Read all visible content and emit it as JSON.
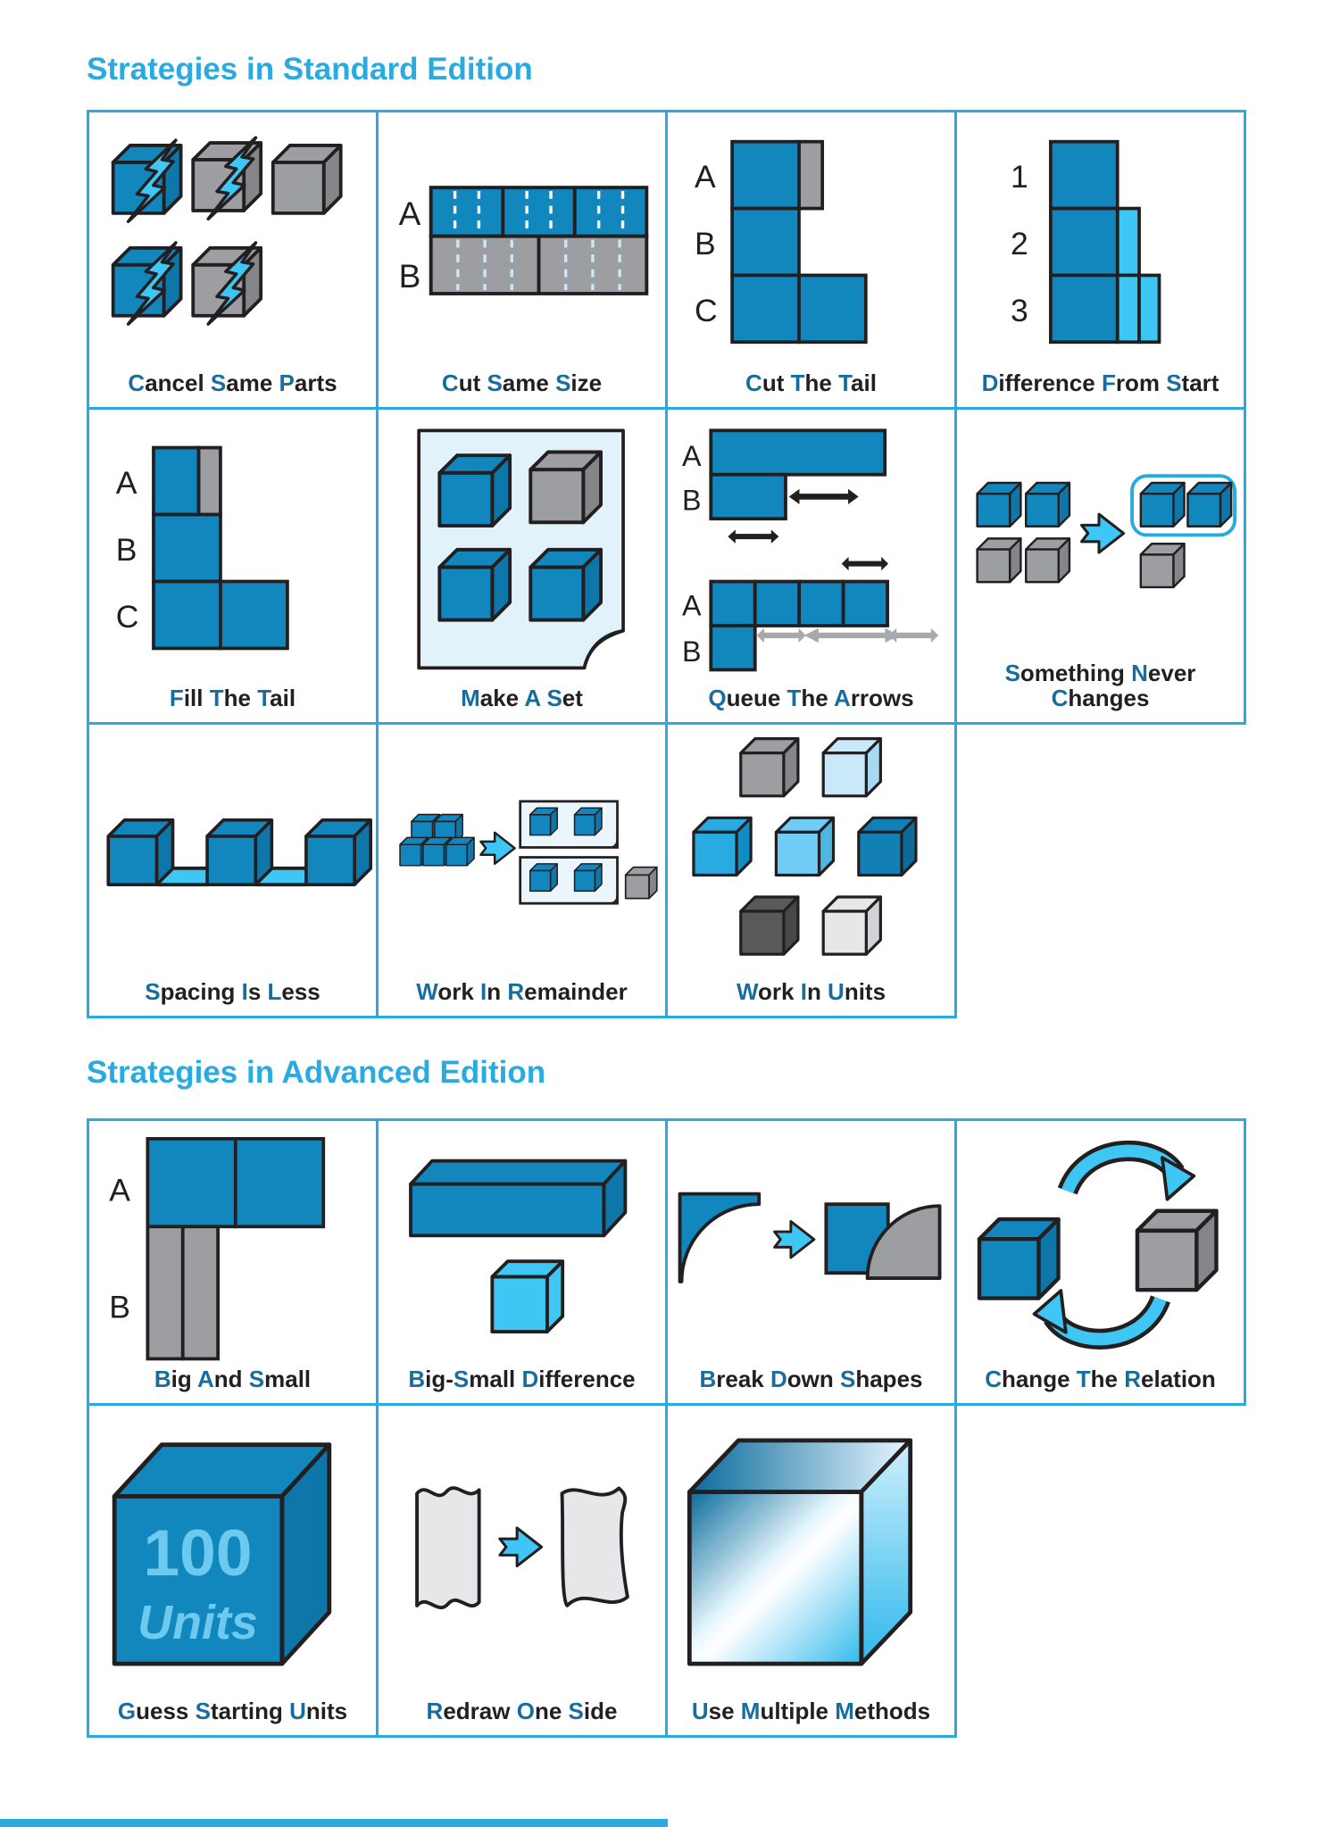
{
  "colors": {
    "accent": "#29ABE2",
    "ink": "#231F20",
    "lead": "#176E9E",
    "blue": "#1187BE",
    "blueDark": "#0E76A8",
    "cyan": "#3EC7F4",
    "gray": "#9C9EA1",
    "grayDark": "#84868A",
    "grayDarker": "#58595B",
    "grayDarkerSide": "#47484A",
    "paleBlue": "#C9E8FA",
    "paleBlueSide": "#A9D9F2",
    "lightBlue": "#6FCDF5",
    "lightBlueSide": "#4FB6E2",
    "brightBlue": "#29ABE2",
    "brightBlueSide": "#118DC6",
    "deepBlue": "#1380B5",
    "deepBlueSide": "#0E6B99",
    "paleGray": "#E6E7E8",
    "paleGraySide": "#D0D2D3",
    "page": "#E1F2FB",
    "boxFill": "#EAF6FC",
    "arrowGray": "#A7A9AC"
  },
  "sections": [
    {
      "title": "Strategies in Standard Edition",
      "cells": [
        {
          "label": "Cancel Same Parts"
        },
        {
          "label": "Cut Same Size",
          "letters": [
            "A",
            "B"
          ]
        },
        {
          "label": "Cut The Tail",
          "letters": [
            "A",
            "B",
            "C"
          ]
        },
        {
          "label": "Difference From Start",
          "letters": [
            "1",
            "2",
            "3"
          ]
        },
        {
          "label": "Fill The Tail",
          "letters": [
            "A",
            "B",
            "C"
          ]
        },
        {
          "label": "Make A Set"
        },
        {
          "label": "Queue The Arrows",
          "letters": [
            "A",
            "B",
            "A",
            "B"
          ]
        },
        {
          "label": "Something Never Changes"
        },
        {
          "label": "Spacing Is Less"
        },
        {
          "label": "Work In Remainder"
        },
        {
          "label": "Work In Units"
        }
      ]
    },
    {
      "title": "Strategies in Advanced Edition",
      "cells": [
        {
          "label": "Big And Small",
          "letters": [
            "A",
            "B"
          ]
        },
        {
          "label": "Big-Small Difference"
        },
        {
          "label": "Break Down Shapes"
        },
        {
          "label": "Change The Relation"
        },
        {
          "label": "Guess Starting Units",
          "cube_lines": [
            "100",
            "Units"
          ]
        },
        {
          "label": "Redraw One Side"
        },
        {
          "label": "Use Multiple Methods"
        }
      ]
    }
  ]
}
